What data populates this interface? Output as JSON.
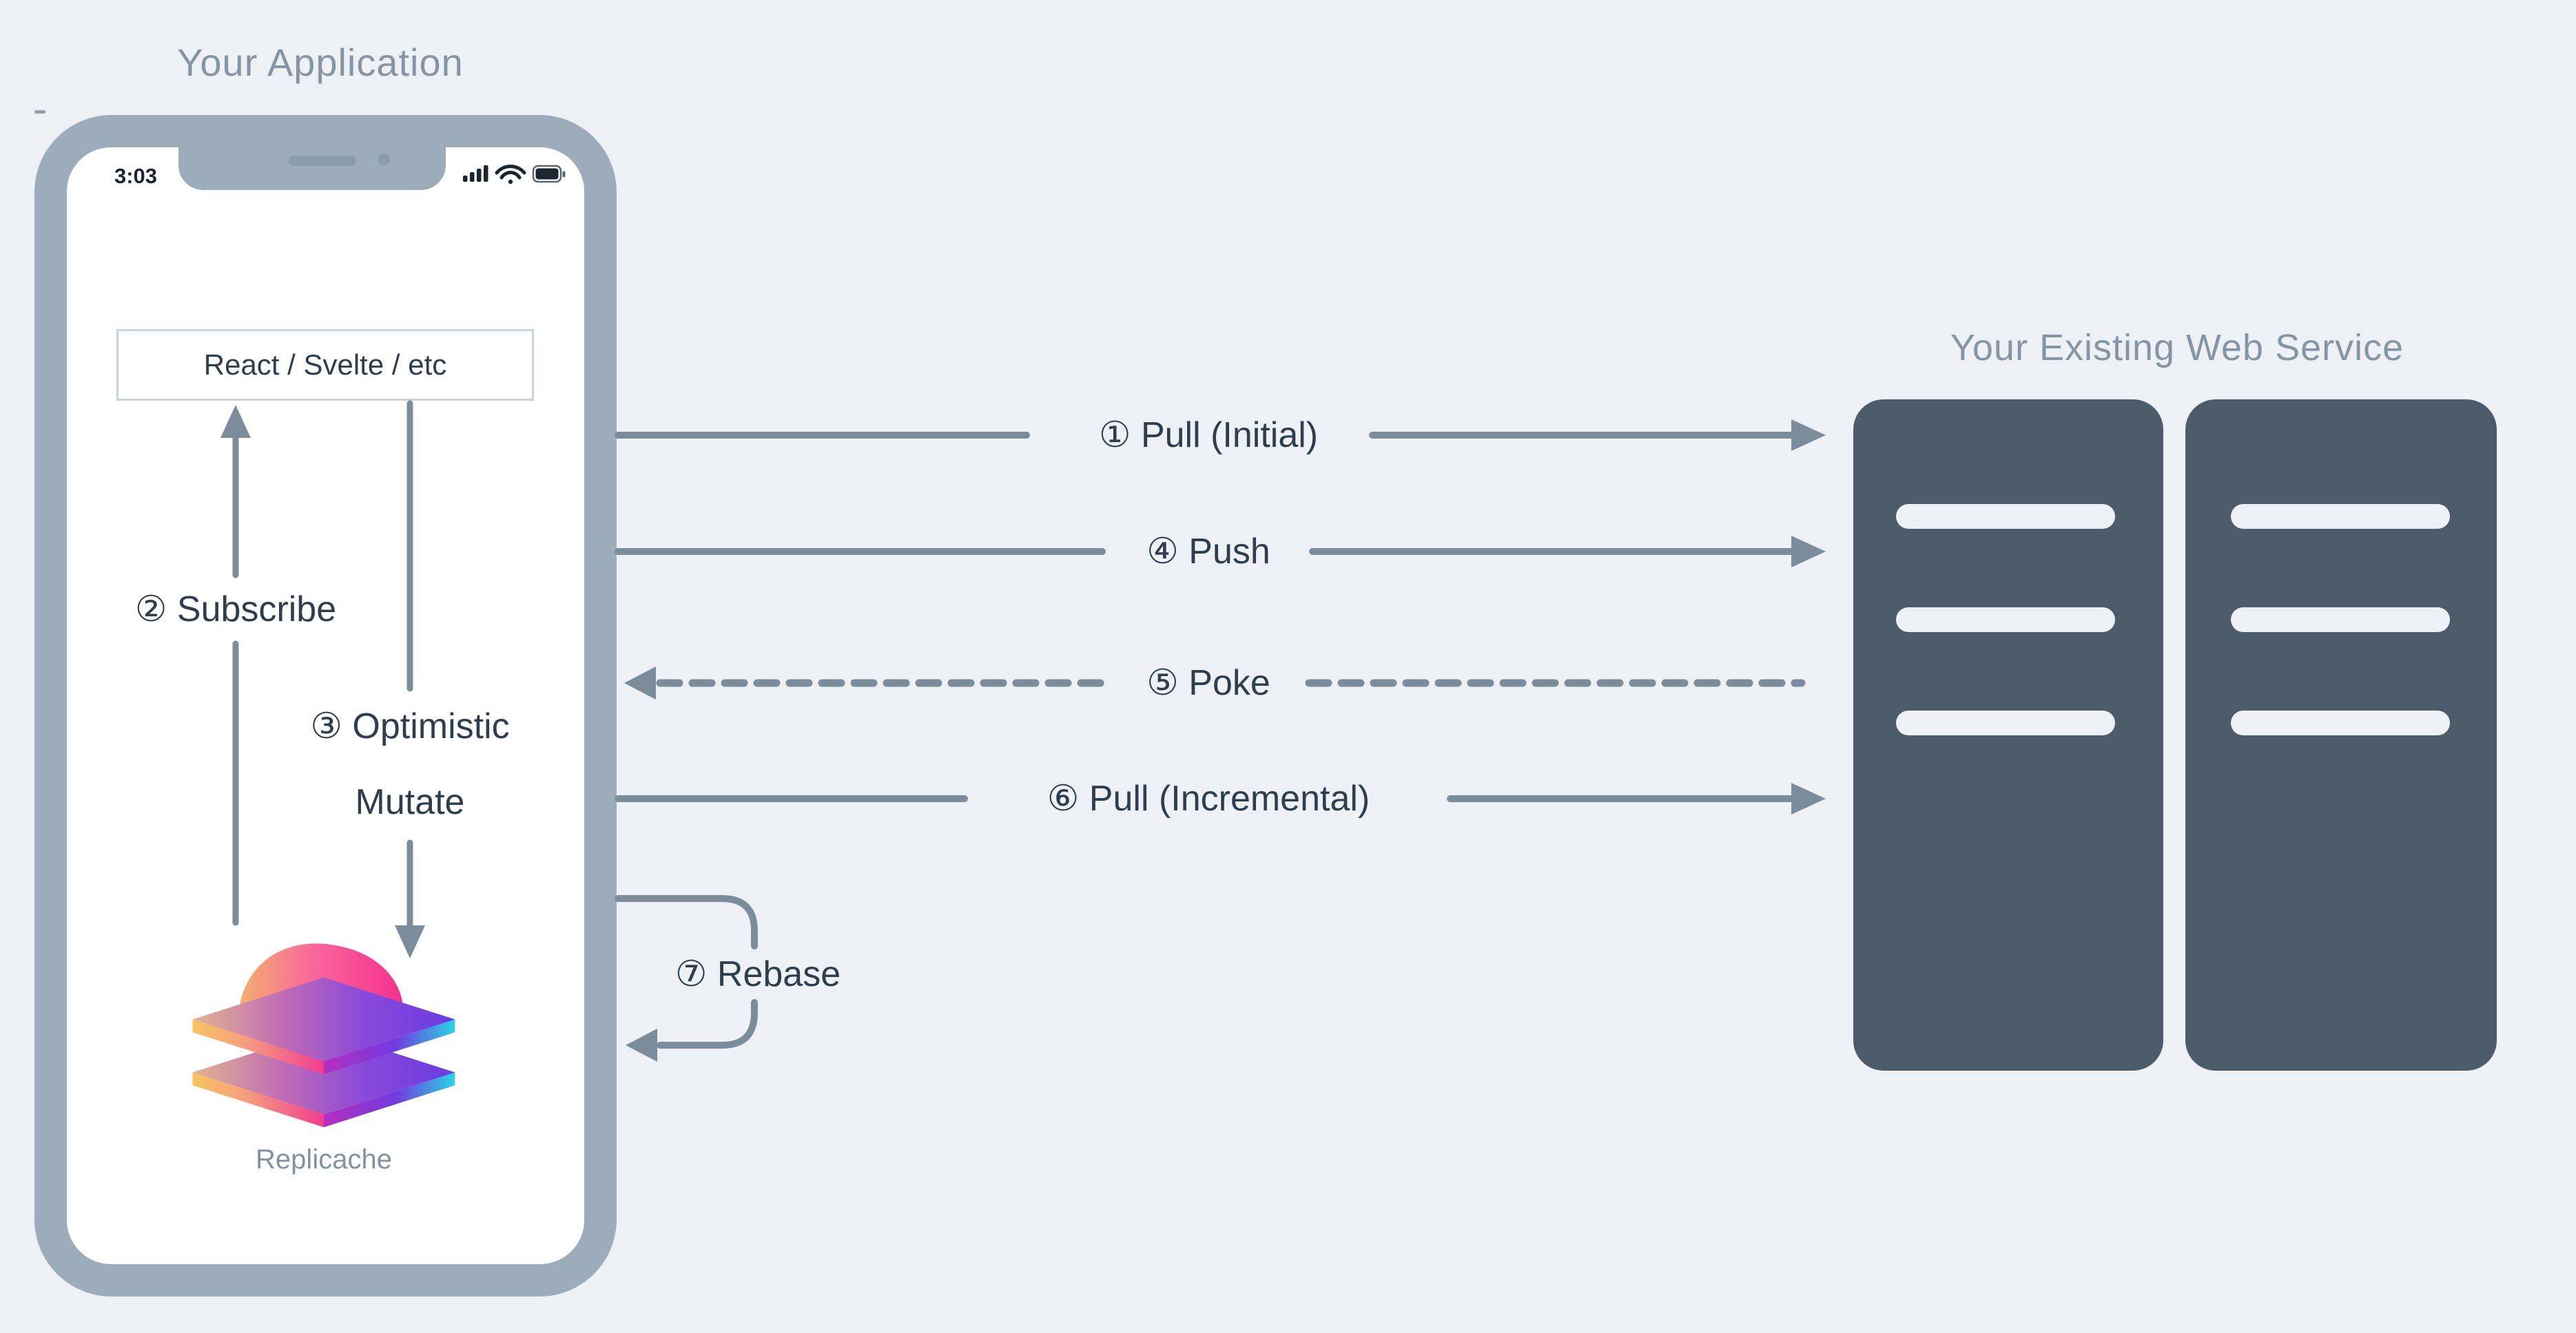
{
  "application": {
    "title": "Your Application",
    "phone": {
      "status_time": "3:03",
      "status_icons": [
        "cellular-signal-icon",
        "wifi-icon",
        "battery-icon"
      ],
      "framework_label": "React / Svelte / etc",
      "logo_label": "Replicache"
    },
    "internal_flows": {
      "subscribe": "② Subscribe",
      "optimistic_line1": "③ Optimistic",
      "optimistic_line2": "Mutate"
    }
  },
  "network_flows": {
    "pull_initial": "① Pull (Initial)",
    "push": "④ Push",
    "poke": "⑤ Poke",
    "pull_incremental": "⑥ Pull (Incremental)",
    "rebase": "⑦ Rebase"
  },
  "web_service": {
    "title": "Your Existing Web Service",
    "server_count": 2,
    "slots_per_server": 3
  },
  "colors": {
    "page_background": "#edf1f5",
    "phone_frame": "#9dacba",
    "screen": "#ffffff",
    "arrow_gray": "#7b8c9b",
    "dark_text": "#2e3e4f",
    "muted_title_text": "#8595a5",
    "server_fill": "#4d5c6b",
    "server_slot": "#edf1f5",
    "box_border": "#c9d3dd",
    "status_icon": "#1b2531",
    "logo_orange": "#f6a96e",
    "logo_pink": "#f5308f",
    "logo_purple": "#6a3be4",
    "logo_cyan": "#2bd3e2"
  }
}
